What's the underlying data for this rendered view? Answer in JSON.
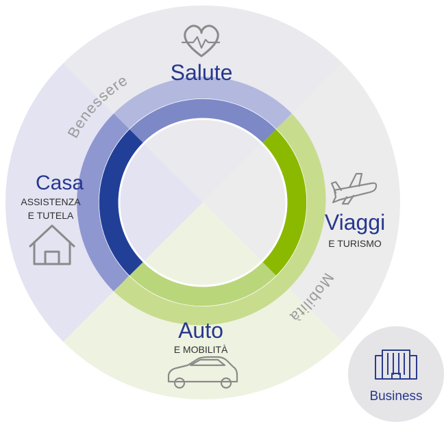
{
  "sections": {
    "salute": {
      "title": "Salute",
      "icon": "heart-pulse-icon"
    },
    "casa": {
      "title": "Casa",
      "subtitle_line1": "ASSISTENZA",
      "subtitle_line2": "E TUTELA",
      "icon": "house-icon"
    },
    "viaggi": {
      "title": "Viaggi",
      "subtitle": "E TURISMO",
      "icon": "airplane-icon"
    },
    "auto": {
      "title": "Auto",
      "subtitle": "E MOBILITÀ",
      "icon": "car-icon"
    }
  },
  "arc_labels": {
    "benessere": "Benessere",
    "mobilita": "Mobilità"
  },
  "business": {
    "label": "Business",
    "icon": "office-building-icon"
  },
  "colors": {
    "blue_text": "#26378d",
    "quadrant_top": "#e9e9ee",
    "quadrant_left": "#e3e3f2",
    "quadrant_right": "#ececec",
    "quadrant_bottom": "#eef2e1",
    "ring_blue": "#8f97d0",
    "ring_green": "#c8dc8e",
    "inner_dark_blue": "#223f98",
    "inner_blue": "#7d88c7",
    "inner_green": "#8ab900",
    "inner_light_green": "#b9d67b"
  }
}
